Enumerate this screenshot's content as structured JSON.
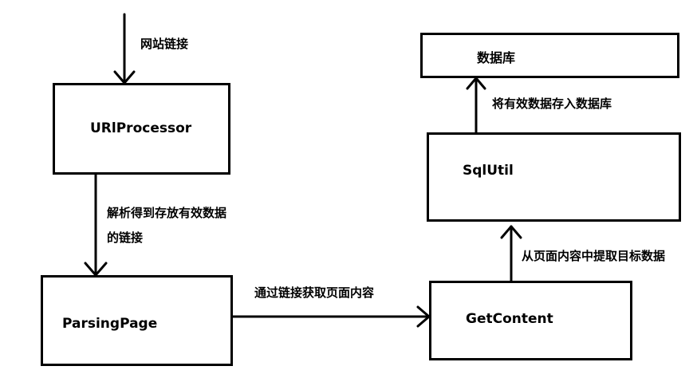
{
  "nodes": {
    "url_processor": "URlProcessor",
    "parsing_page": "ParsingPage",
    "get_content": "GetContent",
    "sql_util": "SqlUtil",
    "database": "数据库"
  },
  "edges": {
    "input": "网站链接",
    "parse_line1": "解析得到存放有效数据",
    "parse_line2": "的链接",
    "fetch": "通过链接获取页面内容",
    "extract": "从页面内容中提取目标数据",
    "store": "将有效数据存入数据库"
  }
}
